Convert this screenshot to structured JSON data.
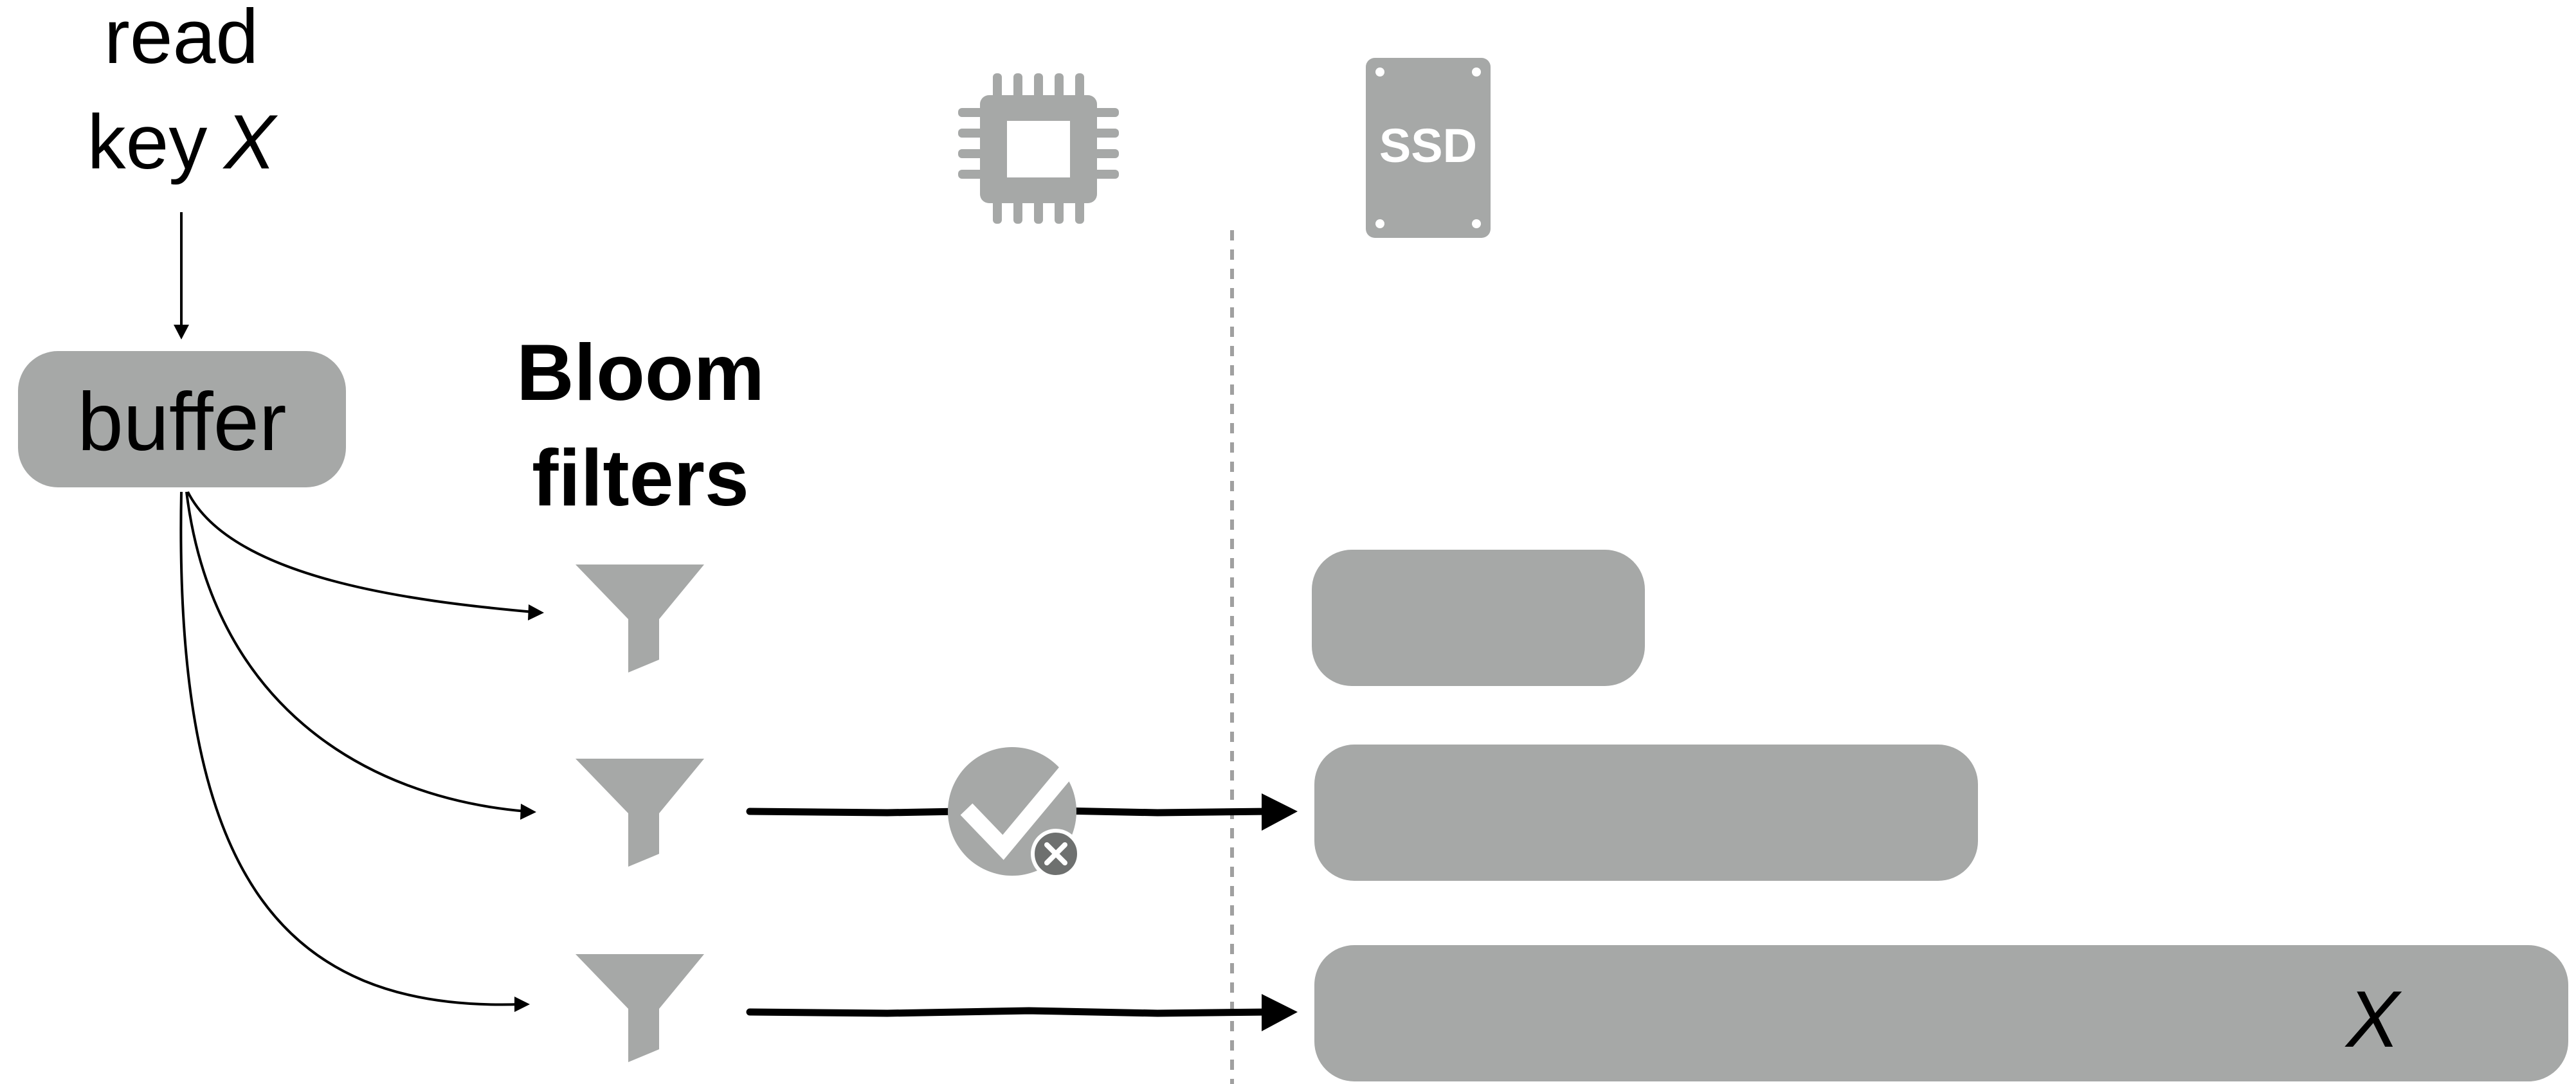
{
  "query": {
    "line1": "read",
    "line2_prefix": "key",
    "key_name": "X"
  },
  "buffer": {
    "label": "buffer"
  },
  "bloom_filters": {
    "line1": "Bloom",
    "line2": "filters"
  },
  "ssd": {
    "label": "SSD"
  },
  "runs": {
    "target_key": "X"
  },
  "colors": {
    "gray": "#a6a8a7",
    "dark_gray": "#6e706f",
    "ink": "#000000",
    "divider": "#a0a0a0"
  },
  "icons": [
    "cpu-chip-icon",
    "ssd-drive-icon",
    "funnel-filter-icon",
    "false-positive-check-icon"
  ]
}
